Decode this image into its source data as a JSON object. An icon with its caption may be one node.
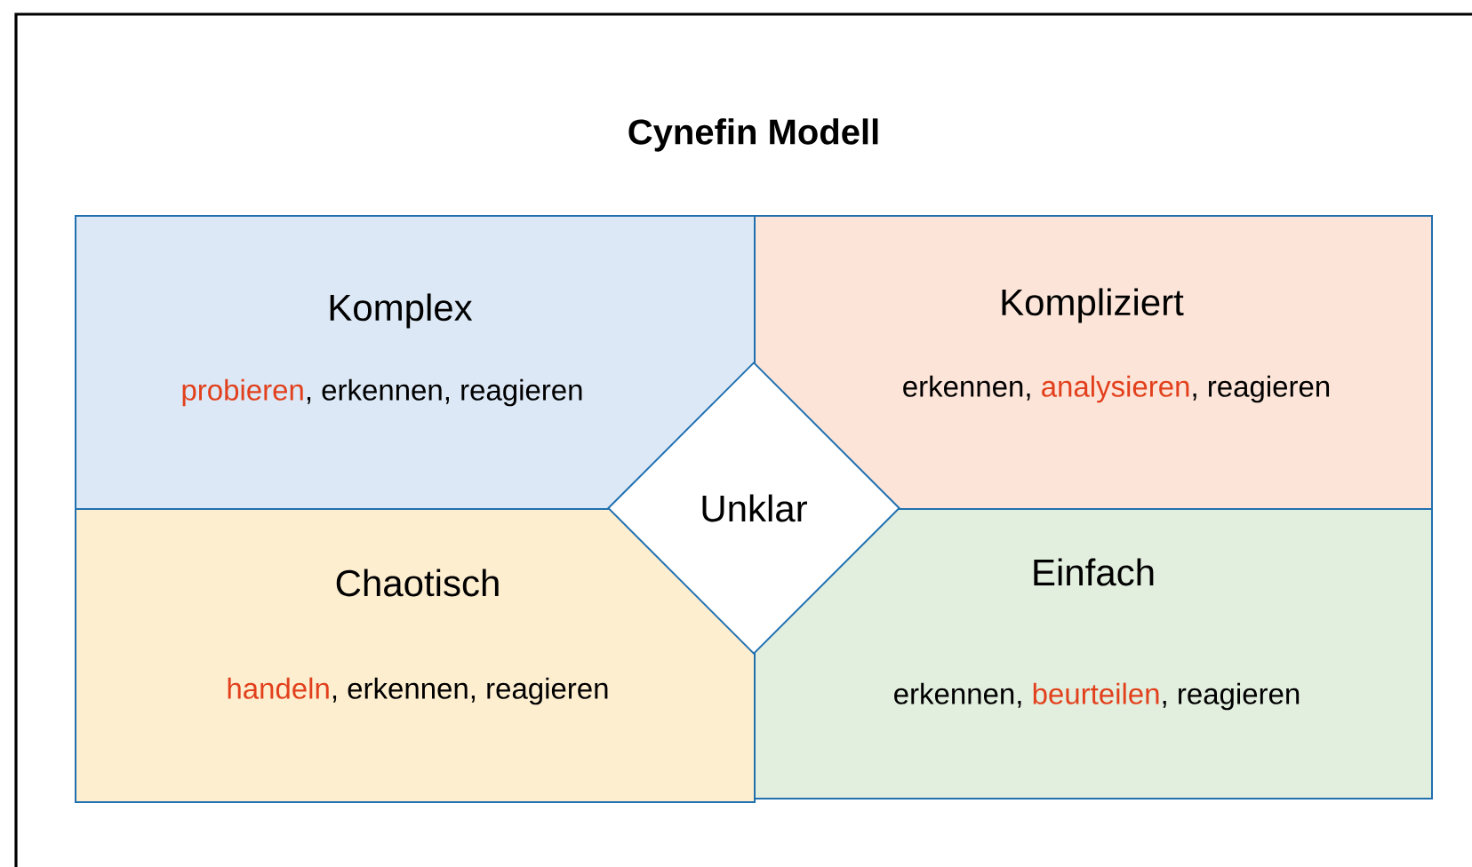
{
  "diagram": {
    "title": "Cynefin Modell",
    "nodes": [
      {
        "text": [
          "Komplex",
          "probieren",
          ", erkennen, reagieren"
        ]
      },
      {
        "text": [
          "Kompliziert",
          "erkennen,",
          "analysieren",
          ", reagieren"
        ]
      },
      {
        "text": [
          "Unklar"
        ]
      },
      {
        "text": [
          "Chaotisch",
          "handeln",
          ", erkennen, reagieren"
        ]
      },
      {
        "text": [
          "Einfach",
          "erkennen,",
          "beurteilen",
          ", reagieren"
        ]
      }
    ]
  }
}
